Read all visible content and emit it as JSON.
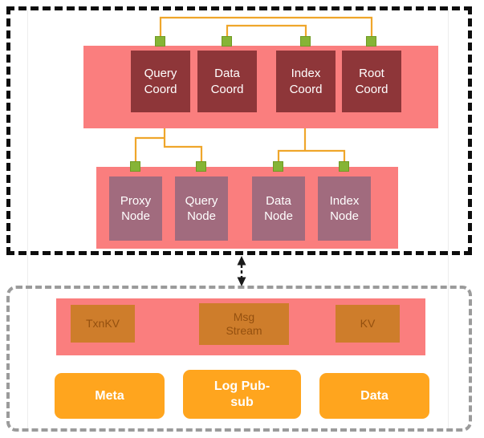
{
  "coord_layer": {
    "boxes": [
      {
        "label": "Query Coord"
      },
      {
        "label": "Data Coord"
      },
      {
        "label": "Index Coord"
      },
      {
        "label": "Root Coord"
      }
    ]
  },
  "node_layer": {
    "boxes": [
      {
        "label": "Proxy Node"
      },
      {
        "label": "Query Node"
      },
      {
        "label": "Data Node"
      },
      {
        "label": "Index Node"
      }
    ]
  },
  "middleware_layer": {
    "boxes": [
      {
        "label": "TxnKV"
      },
      {
        "label": "Msg Stream"
      },
      {
        "label": "KV"
      }
    ]
  },
  "storage_layer": {
    "boxes": [
      {
        "label": "Meta"
      },
      {
        "label": "Log Pub-sub"
      },
      {
        "label": "Data"
      }
    ]
  },
  "colors": {
    "band_pink": "#FA7E7E",
    "coord_box_maroon": "#8E3639",
    "node_box_mauve": "#A16B7E",
    "port_green": "#86B436",
    "wire_orange": "#EFA62B",
    "middleware_box_orange": "#CE7D2B",
    "middleware_text_brown": "#94500F",
    "storage_box_orange": "#FFA51E",
    "top_border_black": "#0D0D0D",
    "bottom_border_gray": "#9B9B9B"
  }
}
